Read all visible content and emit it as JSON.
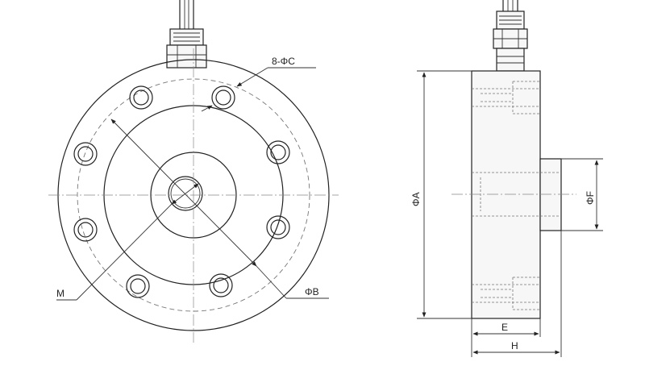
{
  "labels": {
    "hole_spec": "8-ΦC",
    "thread": "M",
    "pitch_diameter": "ΦB",
    "outer_diameter": "ΦA",
    "boss_diameter": "ΦF",
    "body_height": "E",
    "total_height": "H"
  },
  "colors": {
    "line": "#222222",
    "hidden_line": "#777777",
    "background": "#ffffff"
  }
}
